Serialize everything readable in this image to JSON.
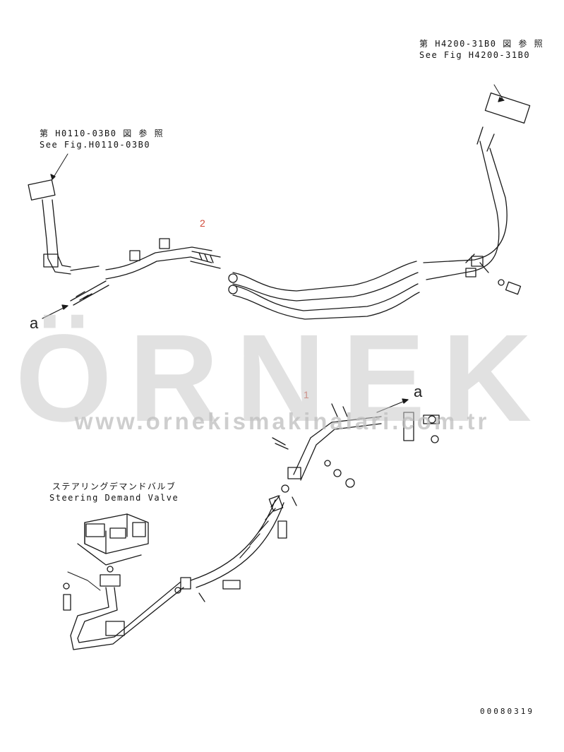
{
  "references": {
    "top_right": {
      "jp": "第 H4200-31B0 図 参 照",
      "en": "See Fig H4200-31B0"
    },
    "top_left": {
      "jp": "第 H0110-03B0 図 参 照",
      "en": "See Fig.H0110-03B0"
    }
  },
  "valve_label": {
    "jp": "ステアリングデマンドバルブ",
    "en": "Steering Demand Valve"
  },
  "callouts": {
    "part1": "1",
    "part2": "2"
  },
  "arrow_letters": {
    "left": "a",
    "right": "a"
  },
  "drawing_code": "00080319",
  "watermark": {
    "brand": "ÖRNEK",
    "url": "www.ornekismakinalari.com.tr"
  },
  "colors": {
    "line": "#1a1a1a",
    "callout": "#d14a3a",
    "watermark": "#c8c8c8",
    "accent": "#f2d98a"
  }
}
